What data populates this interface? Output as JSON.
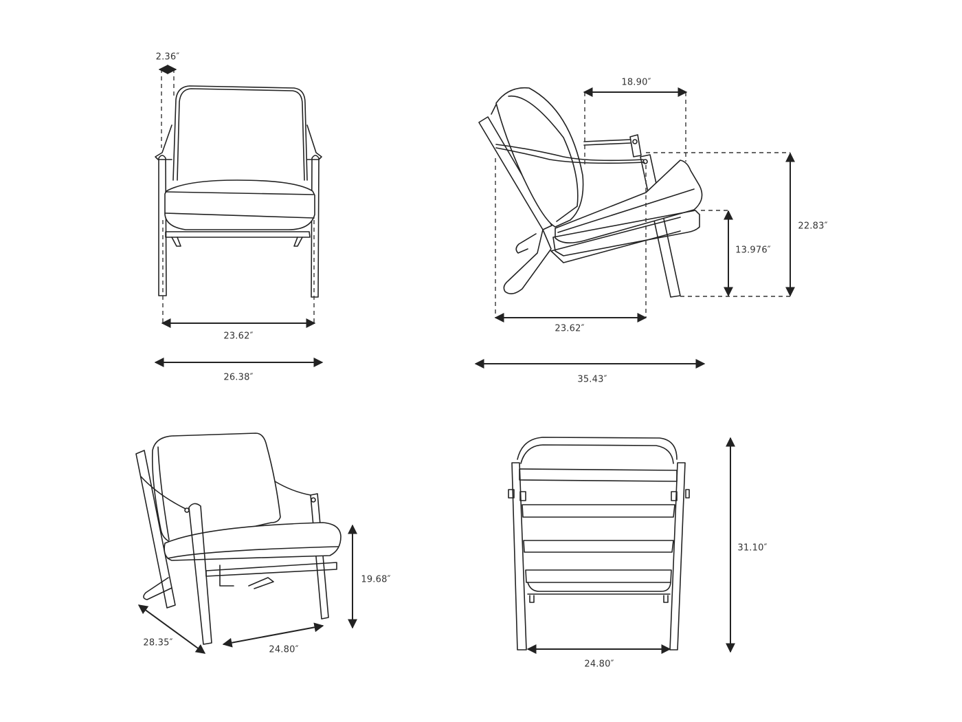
{
  "figure": {
    "subject": "Armchair dimension drawing",
    "views": [
      {
        "id": "front",
        "name": "Front view"
      },
      {
        "id": "side",
        "name": "Side view"
      },
      {
        "id": "perspective",
        "name": "Three-quarter view"
      },
      {
        "id": "back",
        "name": "Back view"
      }
    ],
    "line_color": "#222222",
    "background": "#ffffff"
  },
  "dimensions": {
    "front": {
      "arm_width": "2.36″",
      "seat_width": "23.62″",
      "overall_width": "26.38″"
    },
    "side": {
      "seat_depth": "18.90″",
      "arm_height": "22.83″",
      "seat_height": "13.976″",
      "base_depth": "23.62″",
      "overall_depth": "35.43″"
    },
    "perspective": {
      "diagonal_depth": "28.35″",
      "leg_span": "24.80″",
      "seat_top_height": "19.68″"
    },
    "back": {
      "leg_span": "24.80″",
      "overall_height": "31.10″"
    }
  }
}
